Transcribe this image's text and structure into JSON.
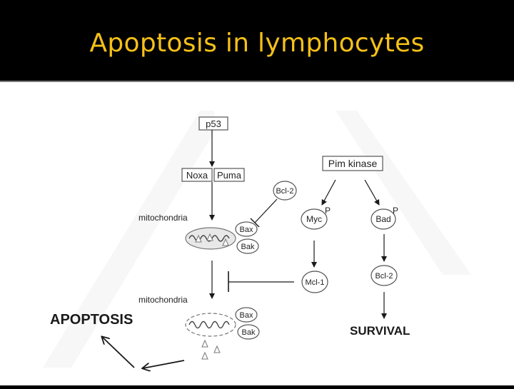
{
  "slide": {
    "title": "Apoptosis in lymphocytes"
  },
  "diagram": {
    "nodes": {
      "p53": "p53",
      "noxa": "Noxa",
      "puma": "Puma",
      "bcl2_top": "Bcl-2",
      "pim_kinase": "Pim kinase",
      "myc": "Myc",
      "bad": "Bad",
      "myc_p": "P",
      "bad_p": "P",
      "mitochondria_top": "mitochondria",
      "mitochondria_bottom": "mitochondria",
      "bax_top": "Bax",
      "bak_top": "Bak",
      "bax_bottom": "Bax",
      "bak_bottom": "Bak",
      "mcl1": "Mcl-1",
      "bcl2_right": "Bcl-2"
    },
    "outcomes": {
      "apoptosis": "APOPTOSIS",
      "survival": "SURVIVAL"
    },
    "colors": {
      "title": "#f5c018",
      "background_header": "#000000",
      "diagram_bg": "#ffffff",
      "ink": "#1a1a1a"
    }
  }
}
